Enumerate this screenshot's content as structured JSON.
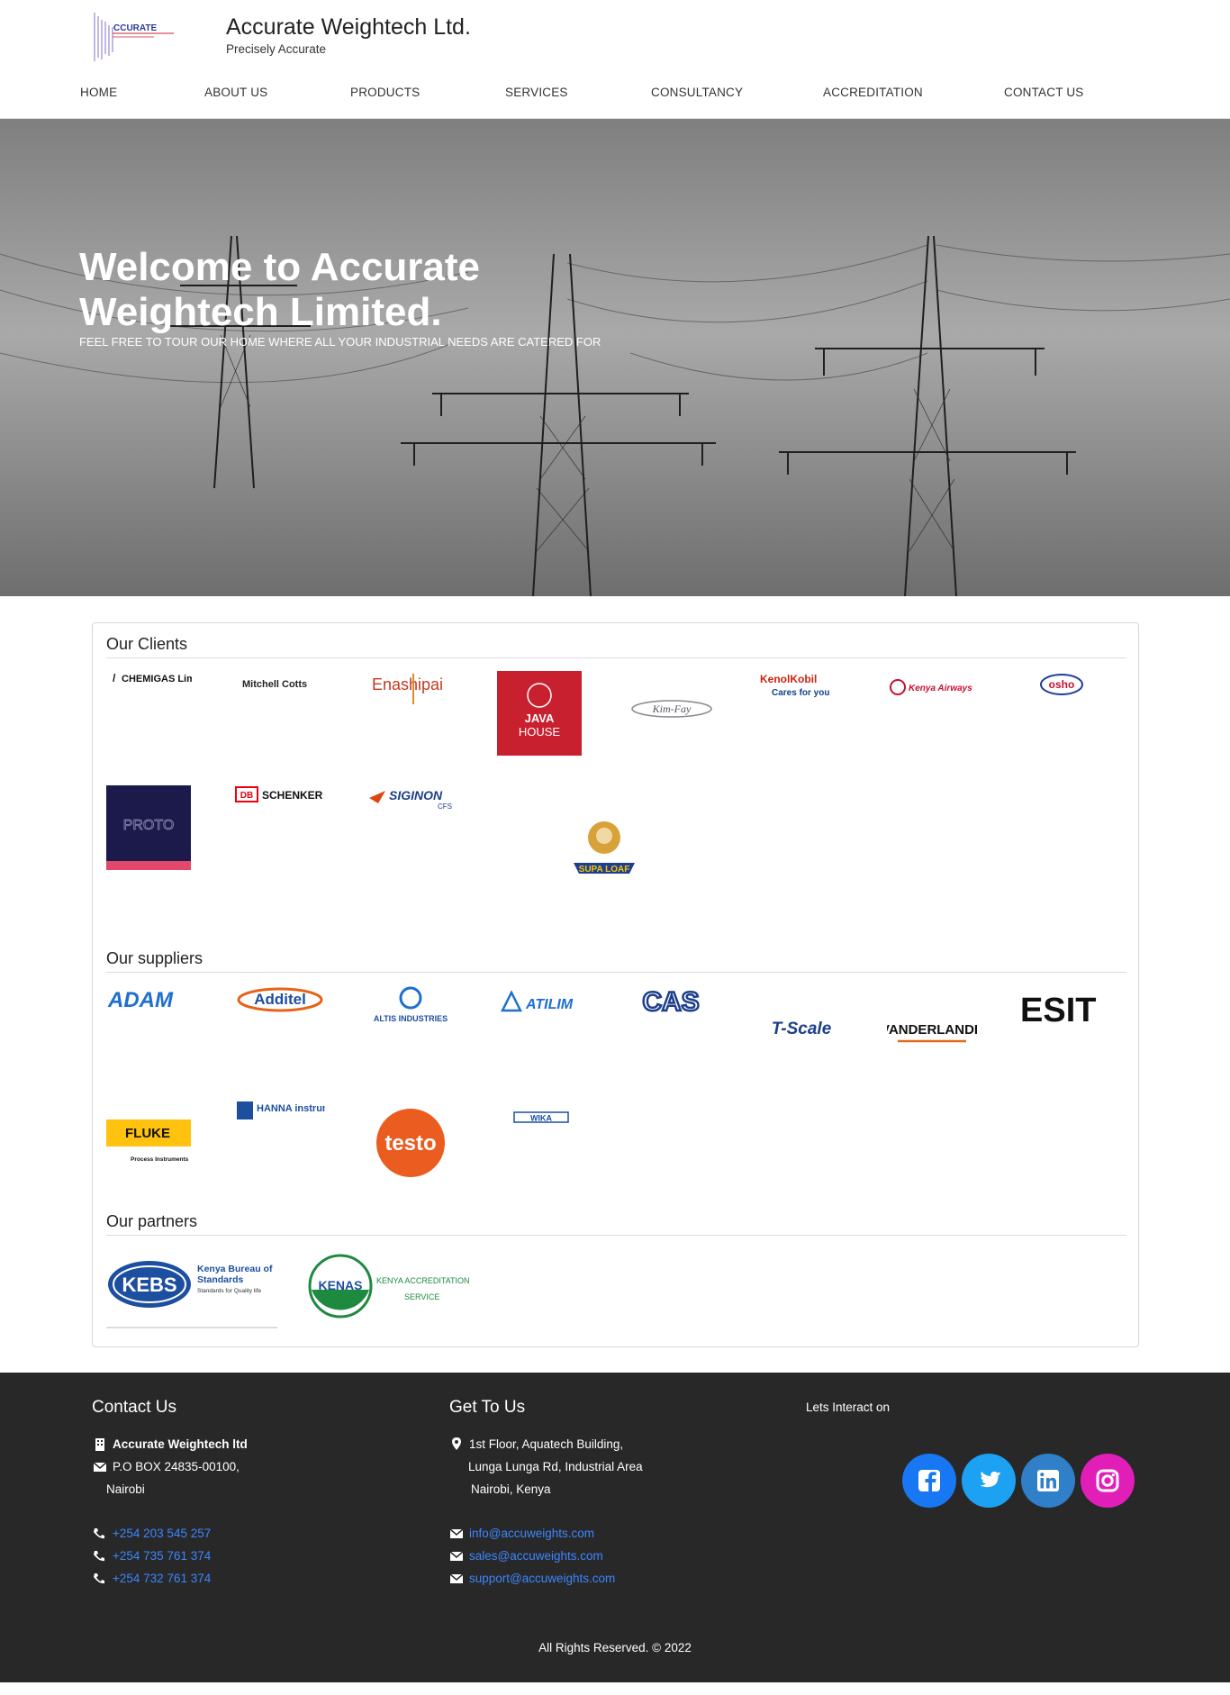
{
  "header": {
    "brand_title": "Accurate Weightech Ltd.",
    "tagline": "Precisely Accurate",
    "logo_text": "CCURATE",
    "logo_alt": "Accurate Weightech logo"
  },
  "nav": {
    "items": [
      "HOME",
      "ABOUT US",
      "PRODUCTS",
      "SERVICES",
      "CONSULTANCY",
      "ACCREDITATION",
      "CONTACT US"
    ]
  },
  "hero": {
    "title": "Welcome to Accurate Weightech Limited.",
    "subtitle": "FEEL FREE TO TOUR OUR HOME WHERE ALL YOUR INDUSTRIAL NEEDS ARE CATERED FOR"
  },
  "clients": {
    "title": "Our Clients",
    "logos": [
      "CHEMIGAS Limited",
      "Mitchell Cotts",
      "Enashipai",
      "JAVA HOUSE",
      "Kim-Fay",
      "KenolKobil",
      "Cares for you",
      "Kenya Airways",
      "osho",
      "PROTO",
      "DB",
      "SCHENKER",
      "SIGINON",
      "CFS",
      "SUPA LOAF"
    ]
  },
  "suppliers": {
    "title": "Our suppliers",
    "logos": [
      "ADAM",
      "Additel",
      "ALTIS INDUSTRIES",
      "ATILIM",
      "CAS",
      "T-Scale",
      "VANDERLANDE",
      "ESIT",
      "FLUKE",
      "Process Instruments",
      "HANNA instruments",
      "testo",
      "WIKA"
    ]
  },
  "partners": {
    "title": "Our partners",
    "logos": [
      "KEBS",
      "Kenya Bureau of Standards",
      "Standards for Quality life",
      "KENAS",
      "KENYA ACCREDITATION",
      "SERVICE"
    ]
  },
  "footer": {
    "contact": {
      "heading": "Contact Us",
      "company": "Accurate Weightech ltd",
      "po_box": "P.O BOX 24835-00100,",
      "city": "Nairobi",
      "phones": [
        "+254 203 545 257",
        "+254 735 761 374",
        "+254 732 761 374"
      ]
    },
    "location": {
      "heading": "Get To Us",
      "line1": "1st Floor, Aquatech Building,",
      "line2": "Lunga Lunga Rd, Industrial Area",
      "line3": "Nairobi, Kenya",
      "emails": [
        "info@accuweights.com",
        "sales@accuweights.com",
        "support@accuweights.com"
      ]
    },
    "social": {
      "heading": "Lets Interact on",
      "networks": [
        "facebook",
        "twitter",
        "linkedin",
        "instagram"
      ],
      "colors": {
        "facebook": "#1877f2",
        "twitter": "#1da1f2",
        "linkedin": "#2f7fc9",
        "instagram": "#e11fb8"
      }
    },
    "copyright": "All Rights Reserved. © 2022"
  }
}
